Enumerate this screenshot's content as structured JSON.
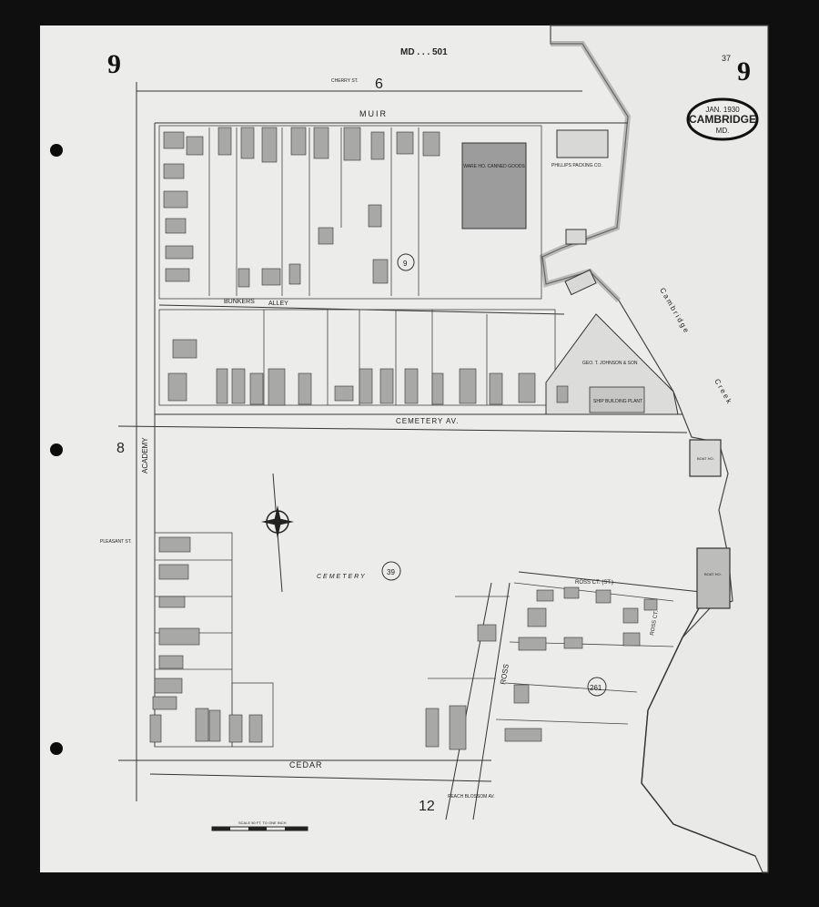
{
  "sheet": {
    "number_left": "9",
    "number_right": "9",
    "corner_small": "37",
    "volume_code": "MD . . . 501"
  },
  "title_seal": {
    "date": "JAN. 1930",
    "city": "CAMBRIDGE",
    "state": "MD."
  },
  "adjoining_sheets": [
    "6",
    "8",
    "12"
  ],
  "streets": {
    "muir": "MUIR",
    "cherry": "CHERRY ST.",
    "bunkers_alley_a": "BUNKERS",
    "bunkers_alley_b": "ALLEY",
    "cemetery_av": "CEMETERY  AV.",
    "academy": "ACADEMY",
    "pleasant": "PLEASANT ST.",
    "cedar": "CEDAR",
    "ross": "ROSS",
    "ross_ct_st": "ROSS CT. (ST.)",
    "ross_ct": "ROSS CT.",
    "peach_blossom": "PEACH BLOSSOM AV."
  },
  "water": {
    "creek_a": "Cambridge",
    "creek_b": "Creek"
  },
  "buildings": {
    "warehouse": "WARE HO. CANNED GOODS",
    "packing": "PHILLIPS PACKING CO.",
    "johnson": "GEO. T. JOHNSON & SON",
    "ship_building": "SHIP BUILDING PLANT",
    "boat_house_1": "BOAT HO.",
    "boat_house_2": "BOAT HO."
  },
  "block_numbers": [
    "9",
    "39",
    "261"
  ],
  "cemetery": "CEMETERY",
  "scale": "SCALE 50 FT. TO ONE INCH"
}
